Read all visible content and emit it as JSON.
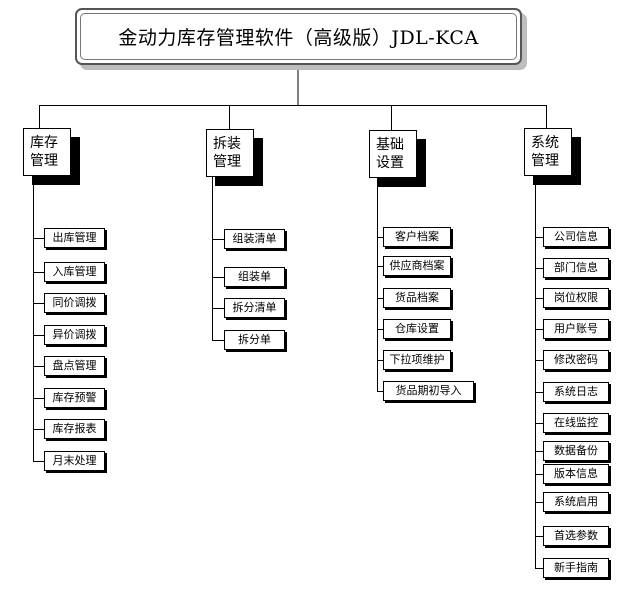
{
  "title": "金动力库存管理软件（高级版）JDL-KCA",
  "categories": [
    {
      "label": "库存\n管理",
      "items": [
        "出库管理",
        "入库管理",
        "同价调拨",
        "异价调拨",
        "盘点管理",
        "库存预警",
        "库存报表",
        "月末处理"
      ]
    },
    {
      "label": "拆装\n管理",
      "items": [
        "组装清单",
        "组装单",
        "拆分清单",
        "拆分单"
      ]
    },
    {
      "label": "基础\n设置",
      "items": [
        "客户档案",
        "供应商档案",
        "货品档案",
        "仓库设置",
        "下拉项维护",
        "货品期初导入"
      ]
    },
    {
      "label": "系统\n管理",
      "items": [
        "公司信息",
        "部门信息",
        "岗位权限",
        "用户账号",
        "修改密码",
        "系统日志",
        "在线监控",
        "数据备份",
        "版本信息",
        "系统启用",
        "首选参数",
        "新手指南"
      ]
    }
  ]
}
